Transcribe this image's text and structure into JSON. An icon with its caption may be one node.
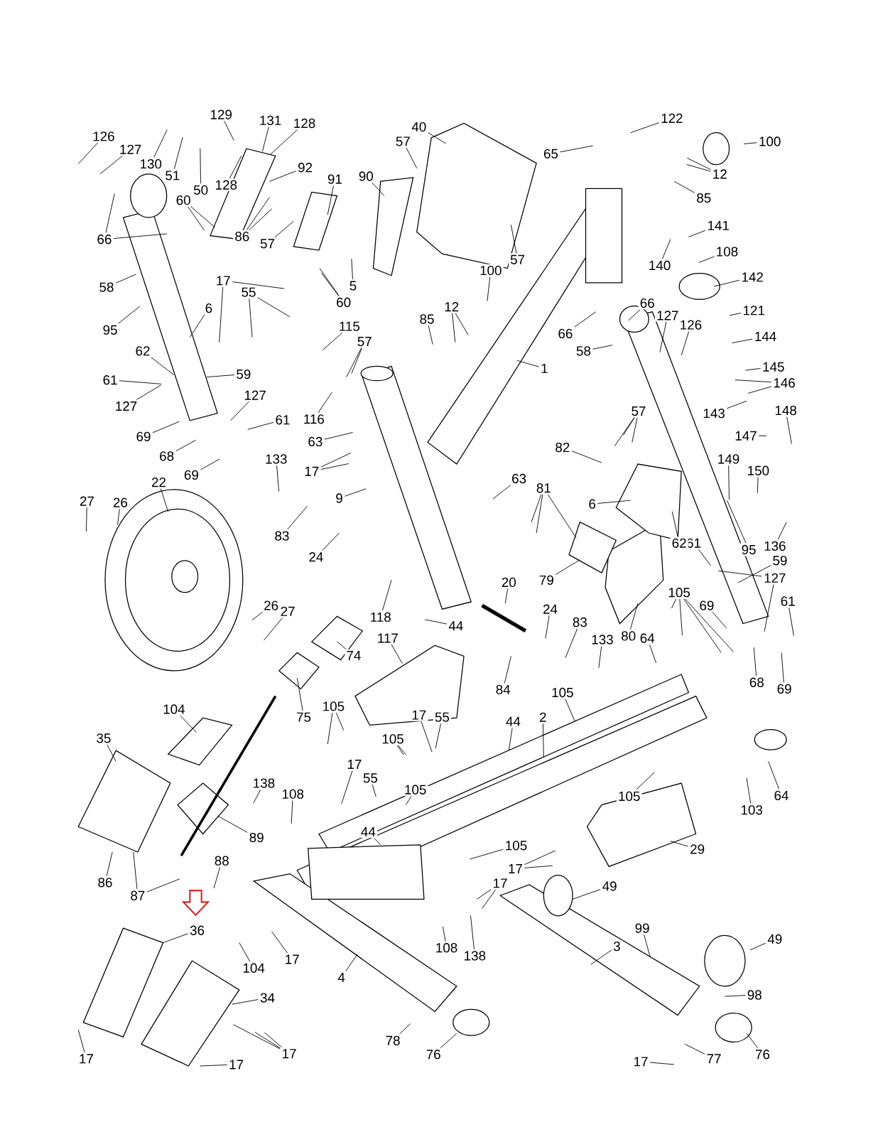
{
  "diagram": {
    "nodes": [
      {
        "text": [
          "126"
        ]
      },
      {
        "text": [
          "127"
        ]
      },
      {
        "text": [
          "130"
        ]
      },
      {
        "text": [
          "129"
        ]
      },
      {
        "text": [
          "131"
        ]
      },
      {
        "text": [
          "128"
        ]
      },
      {
        "text": [
          "51"
        ]
      },
      {
        "text": [
          "50"
        ]
      },
      {
        "text": [
          "128"
        ]
      },
      {
        "text": [
          "92"
        ]
      },
      {
        "text": [
          "60"
        ]
      },
      {
        "text": [
          "86"
        ]
      },
      {
        "text": [
          "57"
        ]
      },
      {
        "text": [
          "91"
        ]
      },
      {
        "text": [
          "66"
        ]
      },
      {
        "text": [
          "90"
        ]
      },
      {
        "text": [
          "40"
        ]
      },
      {
        "text": [
          "57"
        ]
      },
      {
        "text": [
          "57"
        ]
      },
      {
        "text": [
          "122"
        ]
      },
      {
        "text": [
          "65"
        ]
      },
      {
        "text": [
          "100"
        ]
      },
      {
        "text": [
          "12"
        ]
      },
      {
        "text": [
          "85"
        ]
      },
      {
        "text": [
          "5"
        ]
      },
      {
        "text": [
          "60"
        ]
      },
      {
        "text": [
          "58"
        ]
      },
      {
        "text": [
          "95"
        ]
      },
      {
        "text": [
          "6"
        ]
      },
      {
        "text": [
          "17"
        ]
      },
      {
        "text": [
          "55"
        ]
      },
      {
        "text": [
          "115"
        ]
      },
      {
        "text": [
          "57"
        ]
      },
      {
        "text": [
          "62"
        ]
      },
      {
        "text": [
          "59"
        ]
      },
      {
        "text": [
          "61"
        ]
      },
      {
        "text": [
          "127"
        ]
      },
      {
        "text": [
          "127"
        ]
      },
      {
        "text": [
          "61"
        ]
      },
      {
        "text": [
          "69"
        ]
      },
      {
        "text": [
          "68"
        ]
      },
      {
        "text": [
          "69"
        ]
      },
      {
        "text": [
          "116"
        ]
      },
      {
        "text": [
          "100"
        ]
      },
      {
        "text": [
          "12"
        ]
      },
      {
        "text": [
          "85"
        ]
      },
      {
        "text": [
          "1"
        ]
      },
      {
        "text": [
          "66"
        ]
      },
      {
        "text": [
          "66"
        ]
      },
      {
        "text": [
          "127"
        ]
      },
      {
        "text": [
          "126"
        ]
      },
      {
        "text": [
          "58"
        ]
      },
      {
        "text": [
          "141"
        ]
      },
      {
        "text": [
          "140"
        ]
      },
      {
        "text": [
          "108"
        ]
      },
      {
        "text": [
          "142"
        ]
      },
      {
        "text": [
          "121"
        ]
      },
      {
        "text": [
          "144"
        ]
      },
      {
        "text": [
          "145"
        ]
      },
      {
        "text": [
          "146"
        ]
      },
      {
        "text": [
          "143"
        ]
      },
      {
        "text": [
          "148"
        ]
      },
      {
        "text": [
          "147"
        ]
      },
      {
        "text": [
          "149"
        ]
      },
      {
        "text": [
          "150"
        ]
      },
      {
        "text": [
          "95"
        ]
      },
      {
        "text": [
          "136"
        ]
      },
      {
        "text": [
          "59"
        ]
      },
      {
        "text": [
          "127"
        ]
      },
      {
        "text": [
          "61"
        ]
      },
      {
        "text": [
          "61"
        ]
      },
      {
        "text": [
          "69"
        ]
      },
      {
        "text": [
          "68"
        ]
      },
      {
        "text": [
          "69"
        ]
      },
      {
        "text": [
          "57"
        ]
      },
      {
        "text": [
          "82"
        ]
      },
      {
        "text": [
          "81"
        ]
      },
      {
        "text": [
          "79"
        ]
      },
      {
        "text": [
          "6"
        ]
      },
      {
        "text": [
          "62"
        ]
      },
      {
        "text": [
          "80"
        ]
      },
      {
        "text": [
          "105"
        ]
      },
      {
        "text": [
          "64"
        ]
      },
      {
        "text": [
          "133"
        ]
      },
      {
        "text": [
          "17"
        ]
      },
      {
        "text": [
          "63"
        ]
      },
      {
        "text": [
          "9"
        ]
      },
      {
        "text": [
          "63"
        ]
      },
      {
        "text": [
          "83"
        ]
      },
      {
        "text": [
          "24"
        ]
      },
      {
        "text": [
          "22"
        ]
      },
      {
        "text": [
          "27"
        ]
      },
      {
        "text": [
          "26"
        ]
      },
      {
        "text": [
          "26"
        ]
      },
      {
        "text": [
          "27"
        ]
      },
      {
        "text": [
          "118"
        ]
      },
      {
        "text": [
          "44"
        ]
      },
      {
        "text": [
          "20"
        ]
      },
      {
        "text": [
          "24"
        ]
      },
      {
        "text": [
          "83"
        ]
      },
      {
        "text": [
          "133"
        ]
      },
      {
        "text": [
          "84"
        ]
      },
      {
        "text": [
          "74"
        ]
      },
      {
        "text": [
          "75"
        ]
      },
      {
        "text": [
          "117"
        ]
      },
      {
        "text": [
          "105"
        ]
      },
      {
        "text": [
          "2"
        ]
      },
      {
        "text": [
          "44"
        ]
      },
      {
        "text": [
          "104"
        ]
      },
      {
        "text": [
          "35"
        ]
      },
      {
        "text": [
          "105"
        ]
      },
      {
        "text": [
          "17"
        ]
      },
      {
        "text": [
          "55"
        ]
      },
      {
        "text": [
          "105"
        ]
      },
      {
        "text": [
          "17"
        ]
      },
      {
        "text": [
          "55"
        ]
      },
      {
        "text": [
          "105"
        ]
      },
      {
        "text": [
          "138"
        ]
      },
      {
        "text": [
          "108"
        ]
      },
      {
        "text": [
          "44"
        ]
      },
      {
        "text": [
          "89"
        ]
      },
      {
        "text": [
          "86"
        ]
      },
      {
        "text": [
          "87"
        ]
      },
      {
        "text": [
          "88"
        ]
      },
      {
        "text": [
          "105"
        ]
      },
      {
        "text": [
          "103"
        ]
      },
      {
        "text": [
          "64"
        ]
      },
      {
        "text": [
          "105"
        ]
      },
      {
        "text": [
          "17"
        ]
      },
      {
        "text": [
          "29"
        ]
      },
      {
        "text": [
          "49"
        ]
      },
      {
        "text": [
          "17"
        ]
      },
      {
        "text": [
          "36"
        ]
      },
      {
        "text": [
          "104"
        ]
      },
      {
        "text": [
          "17"
        ]
      },
      {
        "text": [
          "4"
        ]
      },
      {
        "text": [
          "108"
        ]
      },
      {
        "text": [
          "138"
        ]
      },
      {
        "text": [
          "3"
        ]
      },
      {
        "text": [
          "99"
        ]
      },
      {
        "text": [
          "49"
        ]
      },
      {
        "text": [
          "34"
        ]
      },
      {
        "text": [
          "98"
        ]
      },
      {
        "text": [
          "17"
        ]
      },
      {
        "text": [
          "17"
        ]
      },
      {
        "text": [
          "17"
        ]
      },
      {
        "text": [
          "78"
        ]
      },
      {
        "text": [
          "76"
        ]
      },
      {
        "text": [
          "17"
        ]
      },
      {
        "text": [
          "77"
        ]
      },
      {
        "text": [
          "76"
        ]
      }
    ],
    "edges": [
      {
        "from": 0,
        "to": null,
        "arrow": "none"
      },
      {
        "from": 1,
        "to": null,
        "arrow": "none"
      },
      {
        "from": 2,
        "to": null,
        "arrow": "none"
      },
      {
        "from": 3,
        "to": null,
        "arrow": "none"
      },
      {
        "from": 4,
        "to": null,
        "arrow": "none"
      },
      {
        "from": 5,
        "to": null,
        "arrow": "none"
      },
      {
        "from": 6,
        "to": null,
        "arrow": "none"
      },
      {
        "from": 7,
        "to": null,
        "arrow": "none"
      },
      {
        "from": 8,
        "to": null,
        "arrow": "none"
      },
      {
        "from": 9,
        "to": null,
        "arrow": "none"
      },
      {
        "from": 10,
        "to": null,
        "arrow": "none"
      },
      {
        "from": 10,
        "to": null,
        "arrow": "none"
      },
      {
        "from": 11,
        "to": null,
        "arrow": "none"
      },
      {
        "from": 11,
        "to": null,
        "arrow": "none"
      },
      {
        "from": 12,
        "to": null,
        "arrow": "none"
      },
      {
        "from": 13,
        "to": null,
        "arrow": "none"
      },
      {
        "from": 14,
        "to": null,
        "arrow": "none"
      },
      {
        "from": 14,
        "to": null,
        "arrow": "none"
      },
      {
        "from": 15,
        "to": null,
        "arrow": "none"
      },
      {
        "from": 16,
        "to": null,
        "arrow": "none"
      },
      {
        "from": 17,
        "to": null,
        "arrow": "none"
      },
      {
        "from": 18,
        "to": null,
        "arrow": "none"
      },
      {
        "from": 19,
        "to": null,
        "arrow": "none"
      },
      {
        "from": 20,
        "to": null,
        "arrow": "none"
      },
      {
        "from": 21,
        "to": null,
        "arrow": "none"
      },
      {
        "from": 22,
        "to": null,
        "arrow": "none"
      },
      {
        "from": 22,
        "to": null,
        "arrow": "none"
      },
      {
        "from": 23,
        "to": null,
        "arrow": "none"
      },
      {
        "from": 24,
        "to": null,
        "arrow": "none"
      },
      {
        "from": 25,
        "to": null,
        "arrow": "none"
      },
      {
        "from": 25,
        "to": null,
        "arrow": "none"
      },
      {
        "from": 26,
        "to": null,
        "arrow": "none"
      },
      {
        "from": 27,
        "to": null,
        "arrow": "none"
      },
      {
        "from": 28,
        "to": null,
        "arrow": "none"
      },
      {
        "from": 29,
        "to": null,
        "arrow": "none"
      },
      {
        "from": 29,
        "to": null,
        "arrow": "none"
      },
      {
        "from": 30,
        "to": null,
        "arrow": "none"
      },
      {
        "from": 30,
        "to": null,
        "arrow": "none"
      },
      {
        "from": 31,
        "to": null,
        "arrow": "none"
      },
      {
        "from": 32,
        "to": null,
        "arrow": "none"
      },
      {
        "from": 32,
        "to": null,
        "arrow": "none"
      },
      {
        "from": 33,
        "to": null,
        "arrow": "none"
      },
      {
        "from": 34,
        "to": null,
        "arrow": "none"
      },
      {
        "from": 35,
        "to": null,
        "arrow": "none"
      },
      {
        "from": 36,
        "to": null,
        "arrow": "none"
      },
      {
        "from": 37,
        "to": null,
        "arrow": "none"
      },
      {
        "from": 38,
        "to": null,
        "arrow": "none"
      },
      {
        "from": 39,
        "to": null,
        "arrow": "none"
      },
      {
        "from": 40,
        "to": null,
        "arrow": "none"
      },
      {
        "from": 41,
        "to": null,
        "arrow": "none"
      },
      {
        "from": 42,
        "to": null,
        "arrow": "none"
      },
      {
        "from": 43,
        "to": null,
        "arrow": "none"
      },
      {
        "from": 44,
        "to": null,
        "arrow": "none"
      },
      {
        "from": 44,
        "to": null,
        "arrow": "none"
      },
      {
        "from": 45,
        "to": null,
        "arrow": "none"
      },
      {
        "from": 46,
        "to": null,
        "arrow": "none"
      },
      {
        "from": 47,
        "to": null,
        "arrow": "none"
      },
      {
        "from": 48,
        "to": null,
        "arrow": "none"
      },
      {
        "from": 49,
        "to": null,
        "arrow": "none"
      },
      {
        "from": 50,
        "to": null,
        "arrow": "none"
      },
      {
        "from": 51,
        "to": null,
        "arrow": "none"
      },
      {
        "from": 52,
        "to": null,
        "arrow": "none"
      },
      {
        "from": 53,
        "to": null,
        "arrow": "none"
      },
      {
        "from": 54,
        "to": null,
        "arrow": "none"
      },
      {
        "from": 55,
        "to": null,
        "arrow": "none"
      },
      {
        "from": 56,
        "to": null,
        "arrow": "none"
      },
      {
        "from": 57,
        "to": null,
        "arrow": "none"
      },
      {
        "from": 58,
        "to": null,
        "arrow": "none"
      },
      {
        "from": 59,
        "to": null,
        "arrow": "none"
      },
      {
        "from": 59,
        "to": null,
        "arrow": "none"
      },
      {
        "from": 60,
        "to": null,
        "arrow": "none"
      },
      {
        "from": 61,
        "to": null,
        "arrow": "none"
      },
      {
        "from": 62,
        "to": null,
        "arrow": "none"
      },
      {
        "from": 63,
        "to": null,
        "arrow": "none"
      },
      {
        "from": 64,
        "to": null,
        "arrow": "none"
      },
      {
        "from": 65,
        "to": null,
        "arrow": "none"
      },
      {
        "from": 66,
        "to": null,
        "arrow": "none"
      },
      {
        "from": 67,
        "to": null,
        "arrow": "none"
      },
      {
        "from": 68,
        "to": null,
        "arrow": "none"
      },
      {
        "from": 68,
        "to": null,
        "arrow": "none"
      },
      {
        "from": 69,
        "to": null,
        "arrow": "none"
      },
      {
        "from": 70,
        "to": null,
        "arrow": "none"
      },
      {
        "from": 71,
        "to": null,
        "arrow": "none"
      },
      {
        "from": 72,
        "to": null,
        "arrow": "none"
      },
      {
        "from": 73,
        "to": null,
        "arrow": "none"
      },
      {
        "from": 74,
        "to": null,
        "arrow": "none"
      },
      {
        "from": 74,
        "to": null,
        "arrow": "none"
      },
      {
        "from": 74,
        "to": null,
        "arrow": "none"
      },
      {
        "from": 75,
        "to": null,
        "arrow": "none"
      },
      {
        "from": 76,
        "to": null,
        "arrow": "none"
      },
      {
        "from": 76,
        "to": null,
        "arrow": "none"
      },
      {
        "from": 76,
        "to": null,
        "arrow": "none"
      },
      {
        "from": 77,
        "to": null,
        "arrow": "none"
      },
      {
        "from": 78,
        "to": null,
        "arrow": "none"
      },
      {
        "from": 79,
        "to": null,
        "arrow": "none"
      },
      {
        "from": 80,
        "to": null,
        "arrow": "none"
      },
      {
        "from": 81,
        "to": null,
        "arrow": "none"
      },
      {
        "from": 81,
        "to": null,
        "arrow": "none"
      },
      {
        "from": 81,
        "to": null,
        "arrow": "none"
      },
      {
        "from": 81,
        "to": null,
        "arrow": "none"
      },
      {
        "from": 82,
        "to": null,
        "arrow": "none"
      },
      {
        "from": 83,
        "to": null,
        "arrow": "none"
      },
      {
        "from": 84,
        "to": null,
        "arrow": "none"
      },
      {
        "from": 84,
        "to": null,
        "arrow": "none"
      },
      {
        "from": 85,
        "to": null,
        "arrow": "none"
      },
      {
        "from": 86,
        "to": null,
        "arrow": "none"
      },
      {
        "from": 87,
        "to": null,
        "arrow": "none"
      },
      {
        "from": 88,
        "to": null,
        "arrow": "none"
      },
      {
        "from": 89,
        "to": null,
        "arrow": "none"
      },
      {
        "from": 90,
        "to": null,
        "arrow": "none"
      },
      {
        "from": 91,
        "to": null,
        "arrow": "none"
      },
      {
        "from": 92,
        "to": null,
        "arrow": "none"
      },
      {
        "from": 93,
        "to": null,
        "arrow": "none"
      },
      {
        "from": 94,
        "to": null,
        "arrow": "none"
      },
      {
        "from": 95,
        "to": null,
        "arrow": "none"
      },
      {
        "from": 96,
        "to": null,
        "arrow": "none"
      },
      {
        "from": 97,
        "to": null,
        "arrow": "none"
      },
      {
        "from": 98,
        "to": null,
        "arrow": "none"
      },
      {
        "from": 99,
        "to": null,
        "arrow": "none"
      },
      {
        "from": 100,
        "to": null,
        "arrow": "none"
      },
      {
        "from": 101,
        "to": null,
        "arrow": "none"
      },
      {
        "from": 102,
        "to": null,
        "arrow": "none"
      },
      {
        "from": 103,
        "to": null,
        "arrow": "none"
      },
      {
        "from": 104,
        "to": null,
        "arrow": "none"
      },
      {
        "from": 105,
        "to": null,
        "arrow": "none"
      },
      {
        "from": 106,
        "to": null,
        "arrow": "none"
      },
      {
        "from": 107,
        "to": null,
        "arrow": "none"
      },
      {
        "from": 108,
        "to": null,
        "arrow": "none"
      },
      {
        "from": 109,
        "to": null,
        "arrow": "none"
      },
      {
        "from": 110,
        "to": null,
        "arrow": "none"
      },
      {
        "from": 110,
        "to": null,
        "arrow": "none"
      },
      {
        "from": 111,
        "to": null,
        "arrow": "none"
      },
      {
        "from": 112,
        "to": null,
        "arrow": "none"
      },
      {
        "from": 113,
        "to": null,
        "arrow": "none"
      },
      {
        "from": 113,
        "to": null,
        "arrow": "none"
      },
      {
        "from": 114,
        "to": null,
        "arrow": "none"
      },
      {
        "from": 115,
        "to": null,
        "arrow": "none"
      },
      {
        "from": 116,
        "to": null,
        "arrow": "none"
      },
      {
        "from": 117,
        "to": null,
        "arrow": "none"
      },
      {
        "from": 118,
        "to": null,
        "arrow": "none"
      },
      {
        "from": 119,
        "to": null,
        "arrow": "none"
      },
      {
        "from": 120,
        "to": null,
        "arrow": "none"
      },
      {
        "from": 121,
        "to": null,
        "arrow": "none"
      },
      {
        "from": 122,
        "to": null,
        "arrow": "none"
      },
      {
        "from": 122,
        "to": null,
        "arrow": "none"
      },
      {
        "from": 123,
        "to": null,
        "arrow": "none"
      },
      {
        "from": 124,
        "to": null,
        "arrow": "none"
      },
      {
        "from": 125,
        "to": null,
        "arrow": "none"
      },
      {
        "from": 126,
        "to": null,
        "arrow": "none"
      },
      {
        "from": 127,
        "to": null,
        "arrow": "none"
      },
      {
        "from": 128,
        "to": null,
        "arrow": "none"
      },
      {
        "from": 128,
        "to": null,
        "arrow": "none"
      },
      {
        "from": 129,
        "to": null,
        "arrow": "none"
      },
      {
        "from": 130,
        "to": null,
        "arrow": "none"
      },
      {
        "from": 131,
        "to": null,
        "arrow": "none"
      },
      {
        "from": 131,
        "to": null,
        "arrow": "none"
      },
      {
        "from": 132,
        "to": null,
        "arrow": "none"
      },
      {
        "from": 133,
        "to": null,
        "arrow": "none"
      },
      {
        "from": 134,
        "to": null,
        "arrow": "none"
      },
      {
        "from": 135,
        "to": null,
        "arrow": "none"
      },
      {
        "from": 136,
        "to": null,
        "arrow": "none"
      },
      {
        "from": 137,
        "to": null,
        "arrow": "none"
      },
      {
        "from": 138,
        "to": null,
        "arrow": "none"
      },
      {
        "from": 139,
        "to": null,
        "arrow": "none"
      },
      {
        "from": 140,
        "to": null,
        "arrow": "none"
      },
      {
        "from": 141,
        "to": null,
        "arrow": "none"
      },
      {
        "from": 142,
        "to": null,
        "arrow": "none"
      },
      {
        "from": 143,
        "to": null,
        "arrow": "none"
      },
      {
        "from": 144,
        "to": null,
        "arrow": "none"
      },
      {
        "from": 144,
        "to": null,
        "arrow": "none"
      },
      {
        "from": 144,
        "to": null,
        "arrow": "none"
      },
      {
        "from": 145,
        "to": null,
        "arrow": "none"
      },
      {
        "from": 146,
        "to": null,
        "arrow": "none"
      },
      {
        "from": 147,
        "to": null,
        "arrow": "none"
      },
      {
        "from": 148,
        "to": null,
        "arrow": "none"
      },
      {
        "from": 149,
        "to": null,
        "arrow": "none"
      },
      {
        "from": 150,
        "to": null,
        "arrow": "none"
      }
    ]
  }
}
